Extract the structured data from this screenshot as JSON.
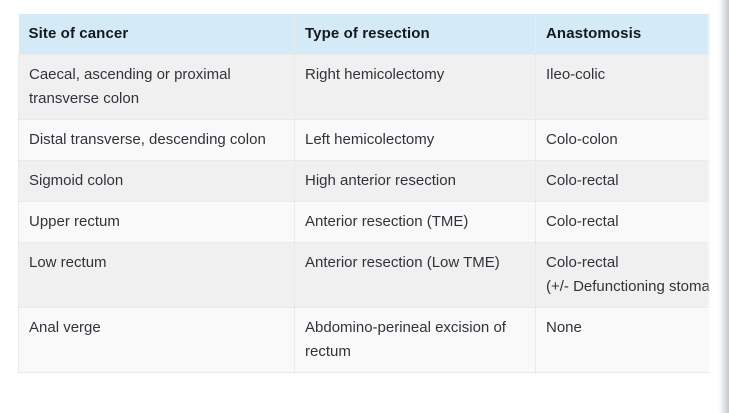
{
  "table": {
    "columns": [
      "Site of cancer",
      "Type of resection",
      "Anastomosis"
    ],
    "rows": [
      [
        "Caecal, ascending or proximal transverse colon",
        "Right hemicolectomy",
        "Ileo-colic"
      ],
      [
        "Distal transverse, descending colon",
        "Left hemicolectomy",
        "Colo-colon"
      ],
      [
        "Sigmoid colon",
        "High anterior resection",
        "Colo-rectal"
      ],
      [
        "Upper rectum",
        "Anterior resection (TME)",
        "Colo-rectal"
      ],
      [
        "Low rectum",
        "Anterior resection (Low TME)",
        "Colo-rectal\n(+/- Defunctioning stoma)"
      ],
      [
        "Anal verge",
        "Abdomino-perineal excision of rectum",
        "None"
      ]
    ],
    "colors": {
      "header_bg": "#d4ebf7",
      "row_odd_bg": "#f0f0f1",
      "row_even_bg": "#f9f9fa",
      "border": "#e3e4e7",
      "header_text": "#15181e",
      "body_text": "#30343a"
    }
  }
}
